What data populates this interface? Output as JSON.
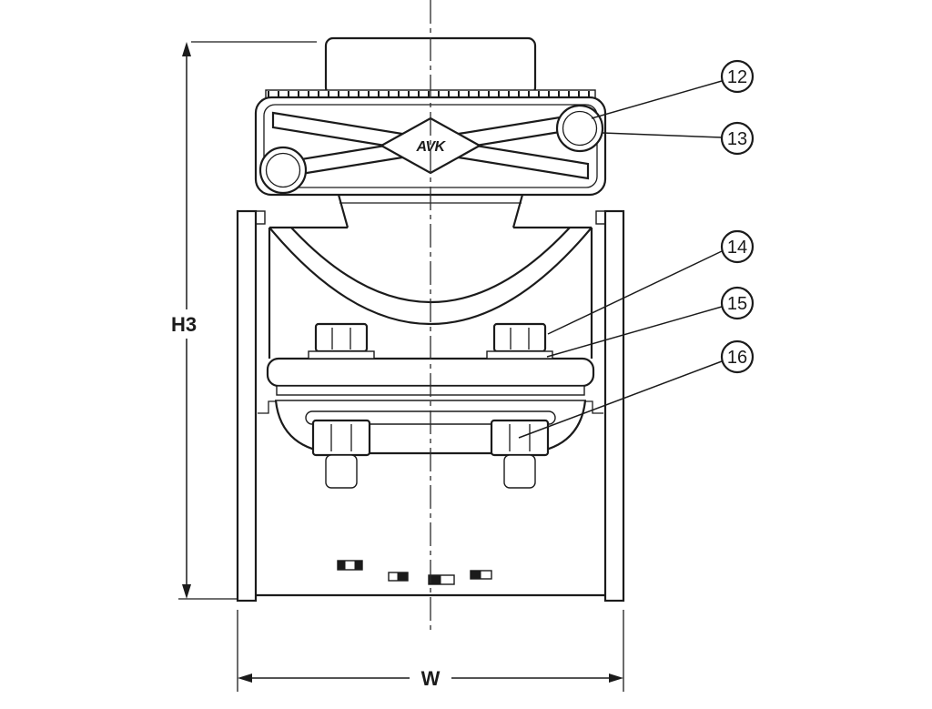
{
  "drawing": {
    "brand_logo": "AVK",
    "height_dimension_label": "H3",
    "width_dimension_label": "W"
  },
  "callouts": [
    {
      "number": "12"
    },
    {
      "number": "13"
    },
    {
      "number": "14"
    },
    {
      "number": "15"
    },
    {
      "number": "16"
    }
  ]
}
